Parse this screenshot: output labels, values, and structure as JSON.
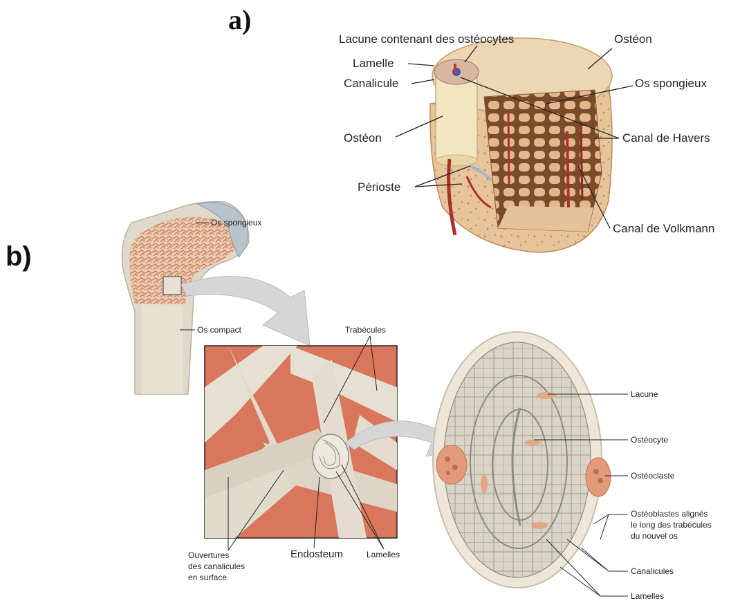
{
  "panels": {
    "a": "a)",
    "b": "b)"
  },
  "panel_a": {
    "lacune": "Lacune contenant des ostéocytes",
    "osteon_top": "Ostéon",
    "lamelle": "Lamelle",
    "canalicule": "Canalicule",
    "os_spongieux": "Os spongieux",
    "osteon_left": "Ostéon",
    "canal_havers": "Canal de Havers",
    "perioste": "Périoste",
    "canal_volkmann": "Canal de Volkmann"
  },
  "panel_b": {
    "os_spongieux": "Os spongieux",
    "os_compact": "Os compact",
    "trabecules": "Trabécules",
    "ouvertures": [
      "Ouvertures",
      "des canalicules",
      "en surface"
    ],
    "endosteum": "Endosteum",
    "lamelles_mid": "Lamelles",
    "lacune": "Lacune",
    "osteocyte": "Ostéocyte",
    "osteoclaste": "Ostéoclaste",
    "osteoblastes": [
      "Ostéoblastes alignés",
      "le long des trabécules",
      "du nouvel os"
    ],
    "canalicules": "Canalicules",
    "lamelles_right": "Lamelles"
  },
  "colors": {
    "bone_light": "#e7e1d2",
    "bone_mid": "#d8cfbb",
    "marrow": "#d9775c",
    "cartilage": "#b8c3cc",
    "arrow": "#d6d6d6",
    "osteoclast": "#e39a78",
    "blood_red": "#a8322a"
  }
}
